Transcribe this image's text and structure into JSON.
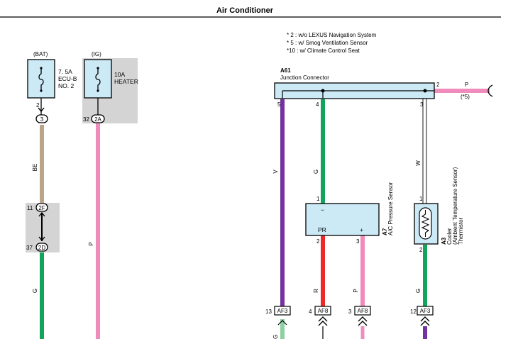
{
  "header": {
    "title": "Air Conditioner"
  },
  "notes": [
    "* 2 : w/o LEXUS Navigation System",
    "* 5 : w/ Smog Ventilation Sensor",
    "*10 : w/ Climate Control Seat"
  ],
  "fuses": {
    "bat": {
      "source": "(BAT)",
      "rating": "7. 5A",
      "name1": "ECU-B",
      "name2": "NO. 2",
      "pin": "2",
      "connector": "3"
    },
    "ig": {
      "source": "(IG)",
      "rating": "10A",
      "name1": "HEATER",
      "pin": "32",
      "connector": "2A"
    }
  },
  "left_junction": {
    "pin_top": "11",
    "conn_top": "2F",
    "pin_bottom": "37",
    "conn_bottom": "2D"
  },
  "wires": {
    "be": "BE",
    "p_left": "P",
    "g_left": "G",
    "v": "V",
    "g_mid": "G",
    "w": "W",
    "r": "R",
    "p_mid": "P",
    "g_right": "G",
    "p_out": "P"
  },
  "junction_connector": {
    "id": "A61",
    "name": "Junction Connector",
    "pin5": "5",
    "pin4": "4",
    "pin3": "3",
    "pin2": "2",
    "out_note": "(*5)"
  },
  "pressure_sensor": {
    "id": "A7",
    "name": "A/C Pressure Sensor",
    "pin1": "1",
    "pin2": "2",
    "pin3": "3",
    "minus": "−",
    "pr": "PR",
    "plus": "+"
  },
  "thermistor": {
    "id": "A3",
    "name1": "Cooler",
    "name2": "(Ambient Temperature Sensor)",
    "name3": "Thermistor",
    "pin1": "1",
    "pin2": "2"
  },
  "bottom_connectors": [
    {
      "pin": "13",
      "conn": "AF3"
    },
    {
      "pin": "4",
      "conn": "AF8"
    },
    {
      "pin": "3",
      "conn": "AF8"
    },
    {
      "pin": "12",
      "conn": "AF3"
    }
  ],
  "colors": {
    "tan": "#bba58a",
    "pink": "#f08cbc",
    "green": "#12a45a",
    "violet": "#7432a0",
    "red": "#ec2828",
    "light_green": "#8ed0a2",
    "box_fill": "#cce9f6",
    "gray": "#d4d4d4"
  }
}
